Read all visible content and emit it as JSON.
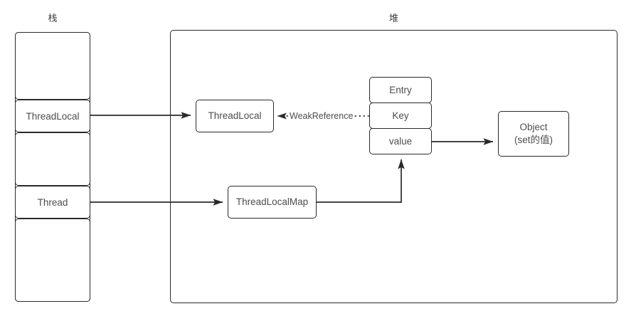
{
  "diagram": {
    "title_stack": "栈",
    "title_heap": "堆",
    "stack": {
      "cells": [
        {
          "label": ""
        },
        {
          "label": "ThreadLocal"
        },
        {
          "label": ""
        },
        {
          "label": "Thread"
        },
        {
          "label": ""
        }
      ]
    },
    "heap": {
      "nodes": [
        {
          "id": "threadlocal",
          "label": "ThreadLocal"
        },
        {
          "id": "threadlocalmap",
          "label": "ThreadLocalMap"
        },
        {
          "id": "object",
          "label": "Object\n(set的值)"
        }
      ],
      "entry": {
        "header": "Entry",
        "key": "Key",
        "value": "value"
      }
    },
    "edges": [
      {
        "id": "stack-threadlocal-to-heap-threadlocal",
        "label": "",
        "style": "solid"
      },
      {
        "id": "stack-thread-to-threadlocalmap",
        "label": "",
        "style": "solid"
      },
      {
        "id": "entry-key-to-threadlocal",
        "label": "WeakReference",
        "style": "dotted"
      },
      {
        "id": "entry-value-to-object",
        "label": "",
        "style": "solid"
      },
      {
        "id": "threadlocalmap-to-entry-value",
        "label": "",
        "style": "solid"
      }
    ],
    "colors": {
      "stroke": "#2a2a2a",
      "text": "#4d4d4d",
      "background": "#ffffff"
    }
  }
}
